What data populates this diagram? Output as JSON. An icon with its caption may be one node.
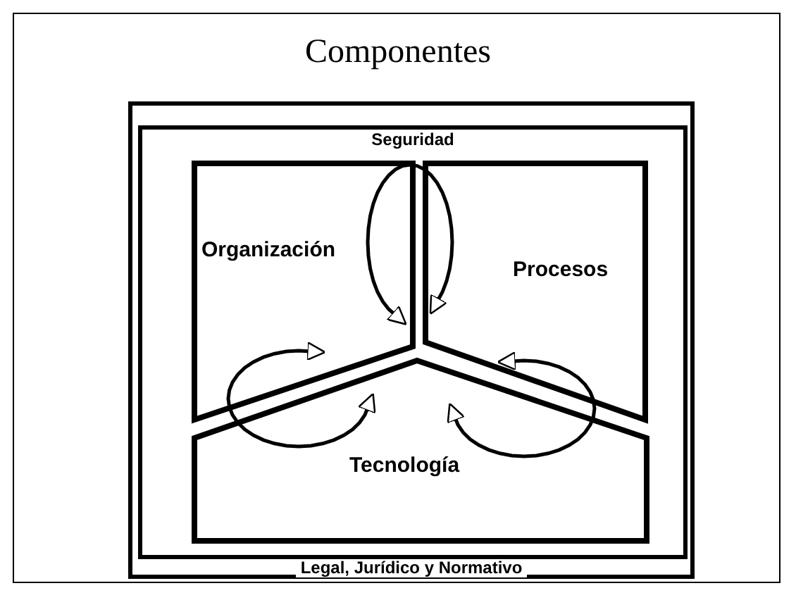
{
  "diagram": {
    "title": "Componentes",
    "nodes": [
      {
        "text": [
          "Legal, Jurídico y Normativo"
        ]
      },
      {
        "text": [
          "Seguridad"
        ],
        "in": 0
      },
      {
        "text": [
          "Organización"
        ],
        "in": 1
      },
      {
        "text": [
          "Procesos"
        ],
        "in": 1
      },
      {
        "text": [
          "Tecnología"
        ],
        "in": 1
      }
    ],
    "edges": [
      {
        "from": 2,
        "to": 3,
        "arrow": "both"
      },
      {
        "from": 2,
        "to": 4,
        "arrow": "both"
      },
      {
        "from": 3,
        "to": 4,
        "arrow": "both"
      }
    ]
  }
}
